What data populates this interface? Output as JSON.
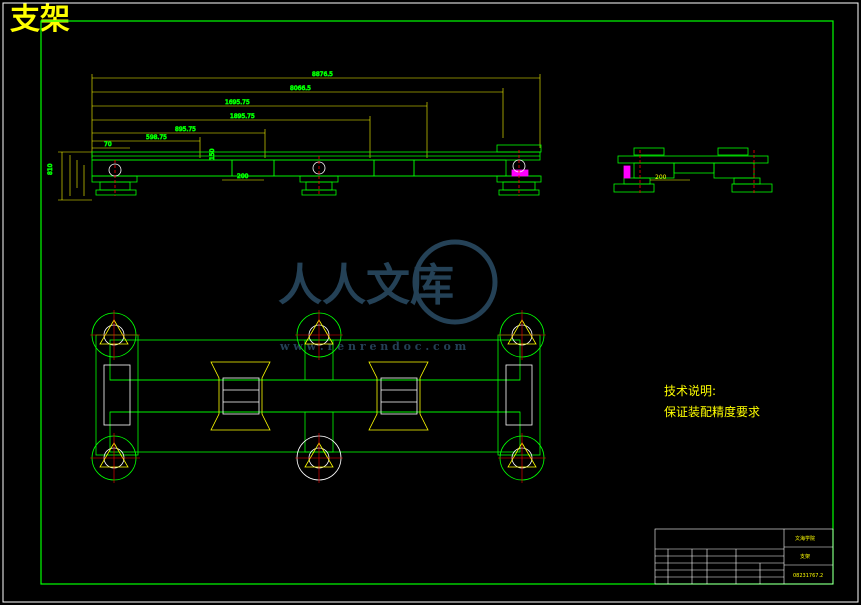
{
  "title": "支架",
  "dimensions": {
    "overall": "8876.5",
    "d2": "8066.5",
    "d3": "1695.75",
    "d4": "1895.75",
    "d5": "895.75",
    "d6": "598.75",
    "d7": "70",
    "d8": "200",
    "d9": "150",
    "d10": "810",
    "d11": "200"
  },
  "technical_notes": {
    "heading": "技术说明:",
    "line1": "保证装配精度要求"
  },
  "watermark": {
    "text": "人人文库",
    "url": "w w w . r e n r e n d o c . c o m"
  },
  "title_block": {
    "school": "文海学院",
    "part_name": "支架",
    "drawing_no": "08231767.2"
  },
  "colors": {
    "frame": "#00ff00",
    "dimension": "#ffff00",
    "outline": "#ffffff",
    "center": "#ff0000",
    "hatch": "#ff00ff"
  }
}
